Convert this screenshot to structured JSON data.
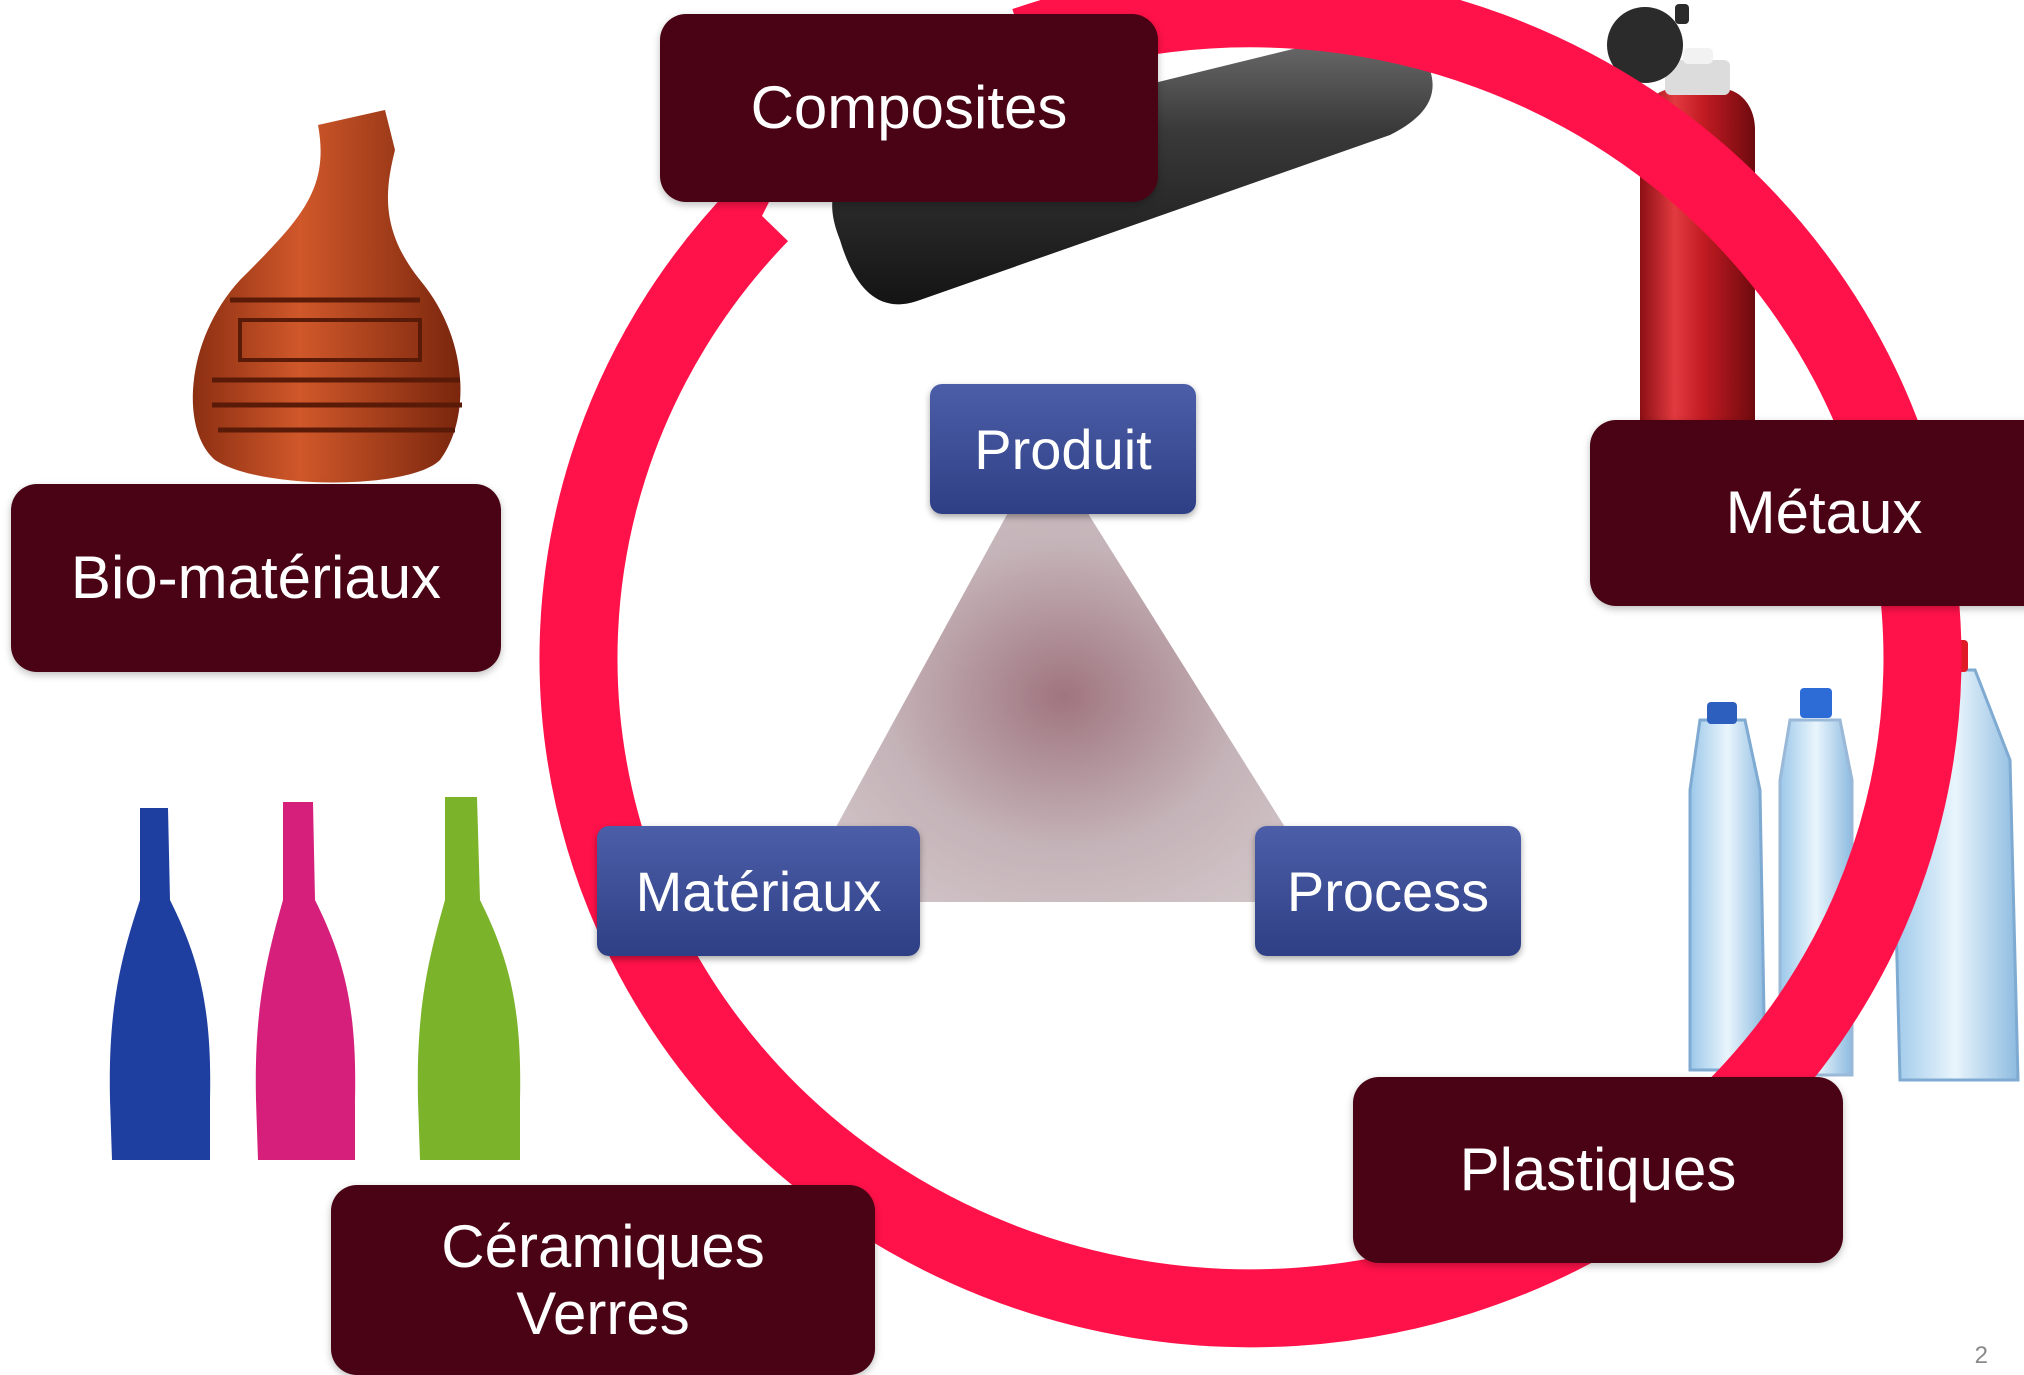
{
  "cycle": {
    "categories": [
      {
        "id": "composites",
        "label": "Composites"
      },
      {
        "id": "metaux",
        "label": "Métaux"
      },
      {
        "id": "plastiques",
        "label": "Plastiques"
      },
      {
        "id": "ceramiques",
        "label_lines": [
          "Céramiques",
          "Verres"
        ]
      },
      {
        "id": "bio",
        "label": "Bio-matériaux"
      }
    ],
    "arrow_color": "#ff1249",
    "box_color": "#4a0314"
  },
  "triangle": {
    "top": "Produit",
    "left": "Matériaux",
    "right": "Process",
    "box_color": "#3a4c93",
    "fill_color": "#c8b8bd"
  },
  "illustrations": [
    {
      "name": "composite-tank",
      "icon": "pressure-tank-icon"
    },
    {
      "name": "aluminium-bottle",
      "icon": "sport-bottle-icon"
    },
    {
      "name": "plastic-bottles",
      "icon": "water-bottle-icon"
    },
    {
      "name": "glass-bottles",
      "icon": "glass-bottle-icon"
    },
    {
      "name": "ceramic-vase",
      "icon": "vase-icon"
    }
  ],
  "page_number": "2"
}
